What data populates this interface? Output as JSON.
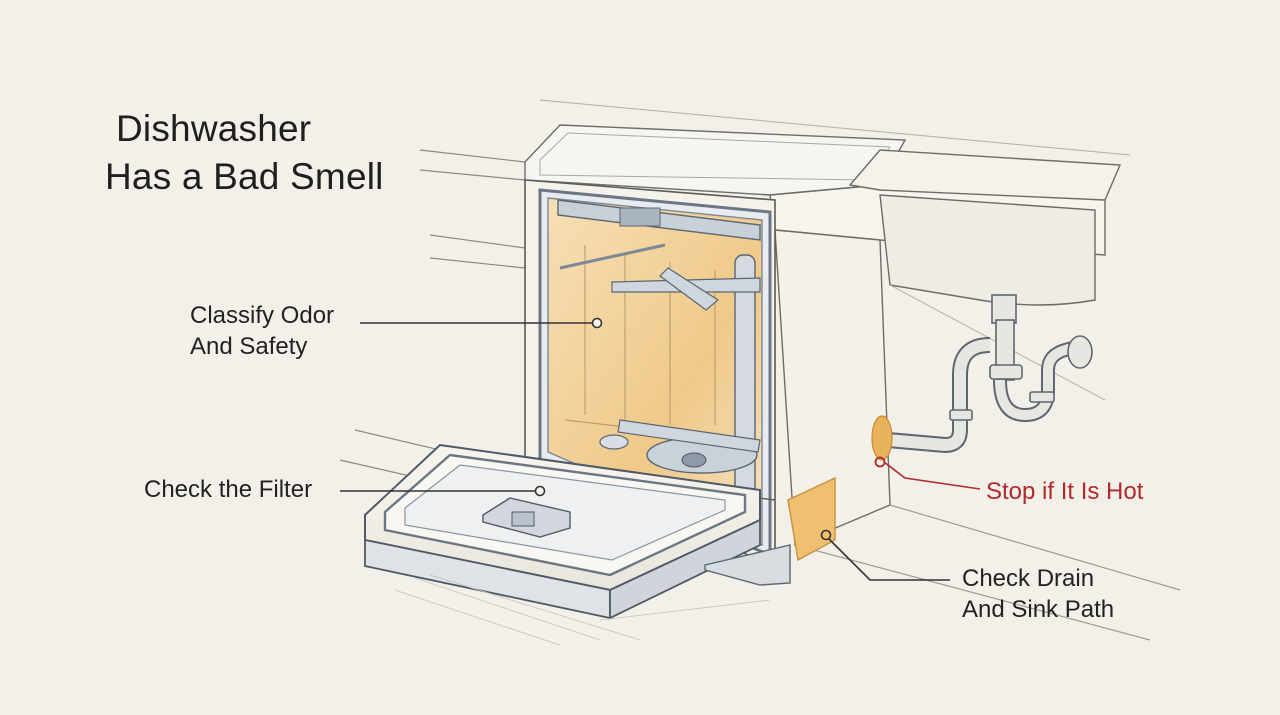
{
  "title": {
    "line1": "Dishwasher",
    "line2": "Has a Bad Smell"
  },
  "callouts": {
    "classify": {
      "line1": "Classify Odor",
      "line2": "And Safety"
    },
    "filter": {
      "text": "Check the Filter"
    },
    "hot": {
      "text": "Stop if It Is Hot"
    },
    "drain": {
      "line1": "Check Drain",
      "line2": "And Sink Path"
    }
  },
  "colors": {
    "background": "#f2f0e8",
    "ink": "#3a3a3a",
    "tub_highlight": "#f0c98a",
    "warning": "#b02a2e",
    "drain_highlight": "#e9b25c",
    "steel": "#8d9aa8"
  }
}
